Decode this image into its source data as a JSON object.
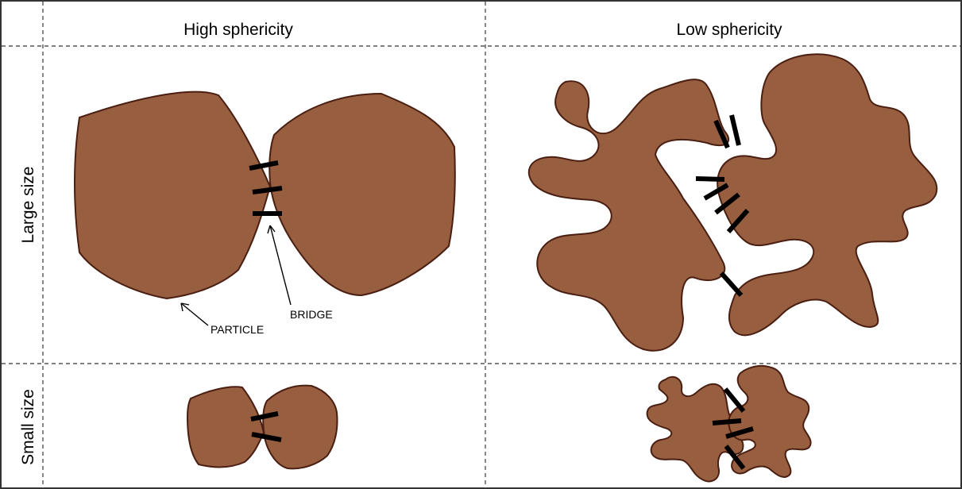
{
  "columns": {
    "high": "High sphericity",
    "low": "Low sphericity"
  },
  "rows": {
    "large": "Large size",
    "small": "Small size"
  },
  "labels": {
    "particle": "PARTICLE",
    "bridge": "BRIDGE"
  },
  "colors": {
    "particle_fill": "#985e40",
    "particle_stroke": "#4a1f12",
    "bridge": "#000000"
  }
}
